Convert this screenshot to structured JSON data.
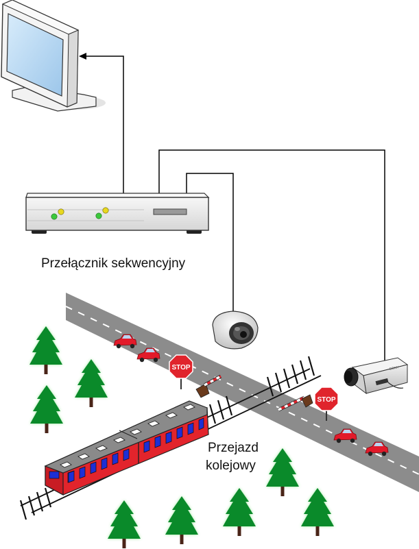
{
  "labels": {
    "switch": "Przełącznik sekwencyjny",
    "crossing_line1": "Przejazd",
    "crossing_line2": "kolejowy"
  },
  "signs": {
    "stop_left": "STOP",
    "stop_right": "STOP"
  },
  "camera_brand": "SONY",
  "colors": {
    "road": "#8c8c8c",
    "road_line": "#ffffff",
    "cable": "#000000",
    "train_body": "#e2242c",
    "train_window": "#1d2fd6",
    "train_roof": "#8a8a8a",
    "tree": "#0a8a2a",
    "tree_glow": "#9be89b",
    "car": "#e21a2a",
    "stop_sign": "#e0242c",
    "barrier_red": "#e0242c",
    "switch_body": "#e9e9e9",
    "led_green": "#3cc83c",
    "led_yellow": "#e8d820",
    "monitor_frame": "#f2f2f2",
    "monitor_screen": "#c3dff5"
  },
  "icons": {
    "monitor": "monitor-icon",
    "switch": "sequential-switch-icon",
    "dome_camera": "dome-camera-icon",
    "box_camera": "box-camera-icon",
    "train": "train-icon",
    "car": "car-icon",
    "tree": "tree-icon",
    "stop_sign": "stop-sign-icon",
    "barrier": "barrier-icon"
  }
}
